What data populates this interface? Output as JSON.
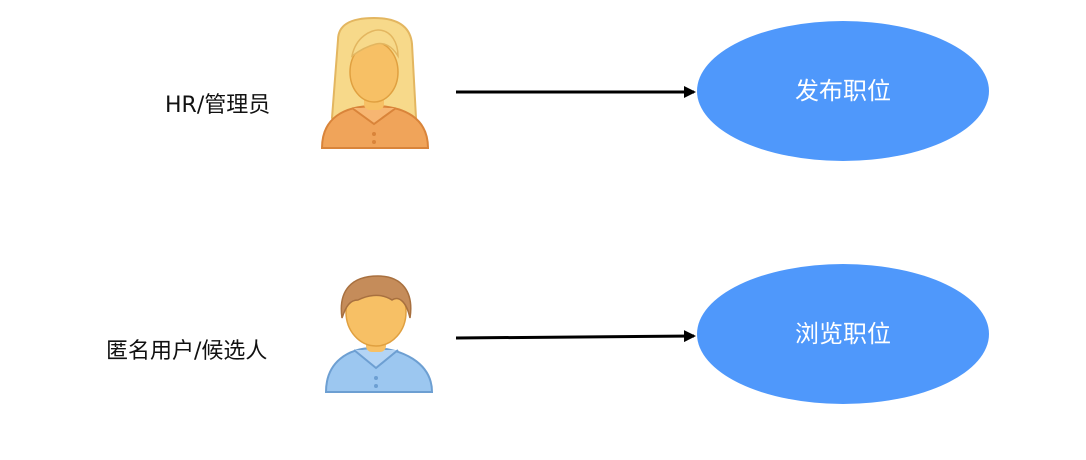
{
  "actors": [
    {
      "label": "HR/管理员",
      "icon": "female-user-icon"
    },
    {
      "label": "匿名用户/候选人",
      "icon": "male-user-icon"
    }
  ],
  "use_cases": [
    {
      "label": "发布职位",
      "fill": "#4f98fb"
    },
    {
      "label": "浏览职位",
      "fill": "#4f98fb"
    }
  ],
  "colors": {
    "arrow": "#000000",
    "female_shirt": "#f0a45a",
    "female_hair": "#f7d98a",
    "male_shirt": "#9cc7f0",
    "male_hair": "#c58c5a",
    "skin": "#f7c065"
  }
}
